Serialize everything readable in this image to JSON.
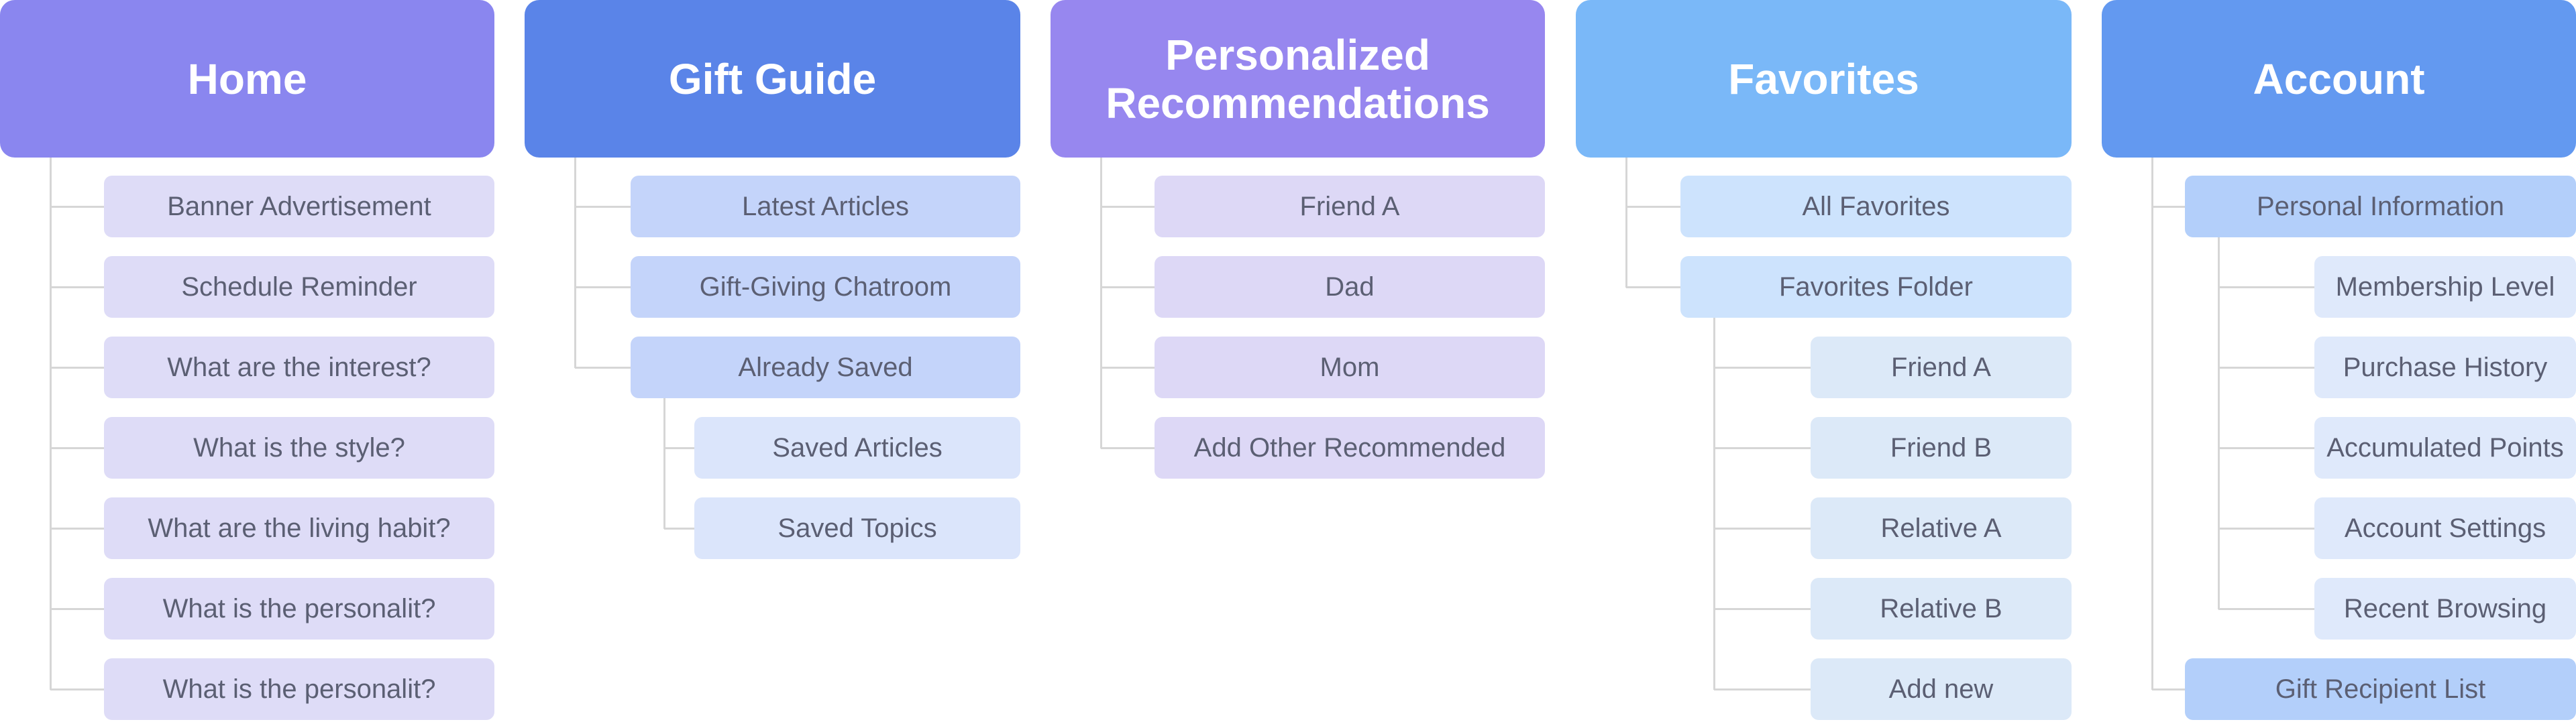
{
  "columns": [
    {
      "title": "Home",
      "items": [
        {
          "label": "Banner Advertisement"
        },
        {
          "label": "Schedule Reminder"
        },
        {
          "label": "What are the interest?"
        },
        {
          "label": "What is the style?"
        },
        {
          "label": "What are the living habit?"
        },
        {
          "label": "What is the personalit?"
        },
        {
          "label": "What is the personalit?"
        }
      ]
    },
    {
      "title": "Gift Guide",
      "items": [
        {
          "label": "Latest Articles"
        },
        {
          "label": "Gift-Giving Chatroom"
        },
        {
          "label": "Already Saved",
          "children": [
            {
              "label": "Saved Articles"
            },
            {
              "label": "Saved Topics"
            }
          ]
        }
      ]
    },
    {
      "title": "Personalized Recommendations",
      "items": [
        {
          "label": "Friend A"
        },
        {
          "label": "Dad"
        },
        {
          "label": "Mom"
        },
        {
          "label": "Add Other Recommended"
        }
      ]
    },
    {
      "title": "Favorites",
      "items": [
        {
          "label": "All Favorites"
        },
        {
          "label": "Favorites Folder",
          "children": [
            {
              "label": "Friend A"
            },
            {
              "label": "Friend B"
            },
            {
              "label": "Relative A"
            },
            {
              "label": "Relative B"
            },
            {
              "label": "Add new"
            }
          ]
        }
      ]
    },
    {
      "title": "Account",
      "items": [
        {
          "label": "Personal Information",
          "children": [
            {
              "label": "Membership Level"
            },
            {
              "label": "Purchase History"
            },
            {
              "label": "Accumulated Points"
            },
            {
              "label": "Account Settings"
            },
            {
              "label": "Recent Browsing"
            }
          ]
        },
        {
          "label": "Gift Recipient List"
        }
      ]
    }
  ],
  "colors": {
    "headers": [
      "#8a86ef",
      "#5a84e8",
      "#9787ef",
      "#7ab8f8",
      "#6399f0"
    ],
    "level1": [
      "#dedcf7",
      "#c4d4fa",
      "#ddd8f6",
      "#cde3fd",
      "#b3cffa"
    ],
    "level2": [
      "#dedcf7",
      "#dbe5fb",
      "#ddd8f6",
      "#dce9f8",
      "#dfe9fb"
    ],
    "connector": "#d6d6d6",
    "text": "#5b5f73"
  }
}
